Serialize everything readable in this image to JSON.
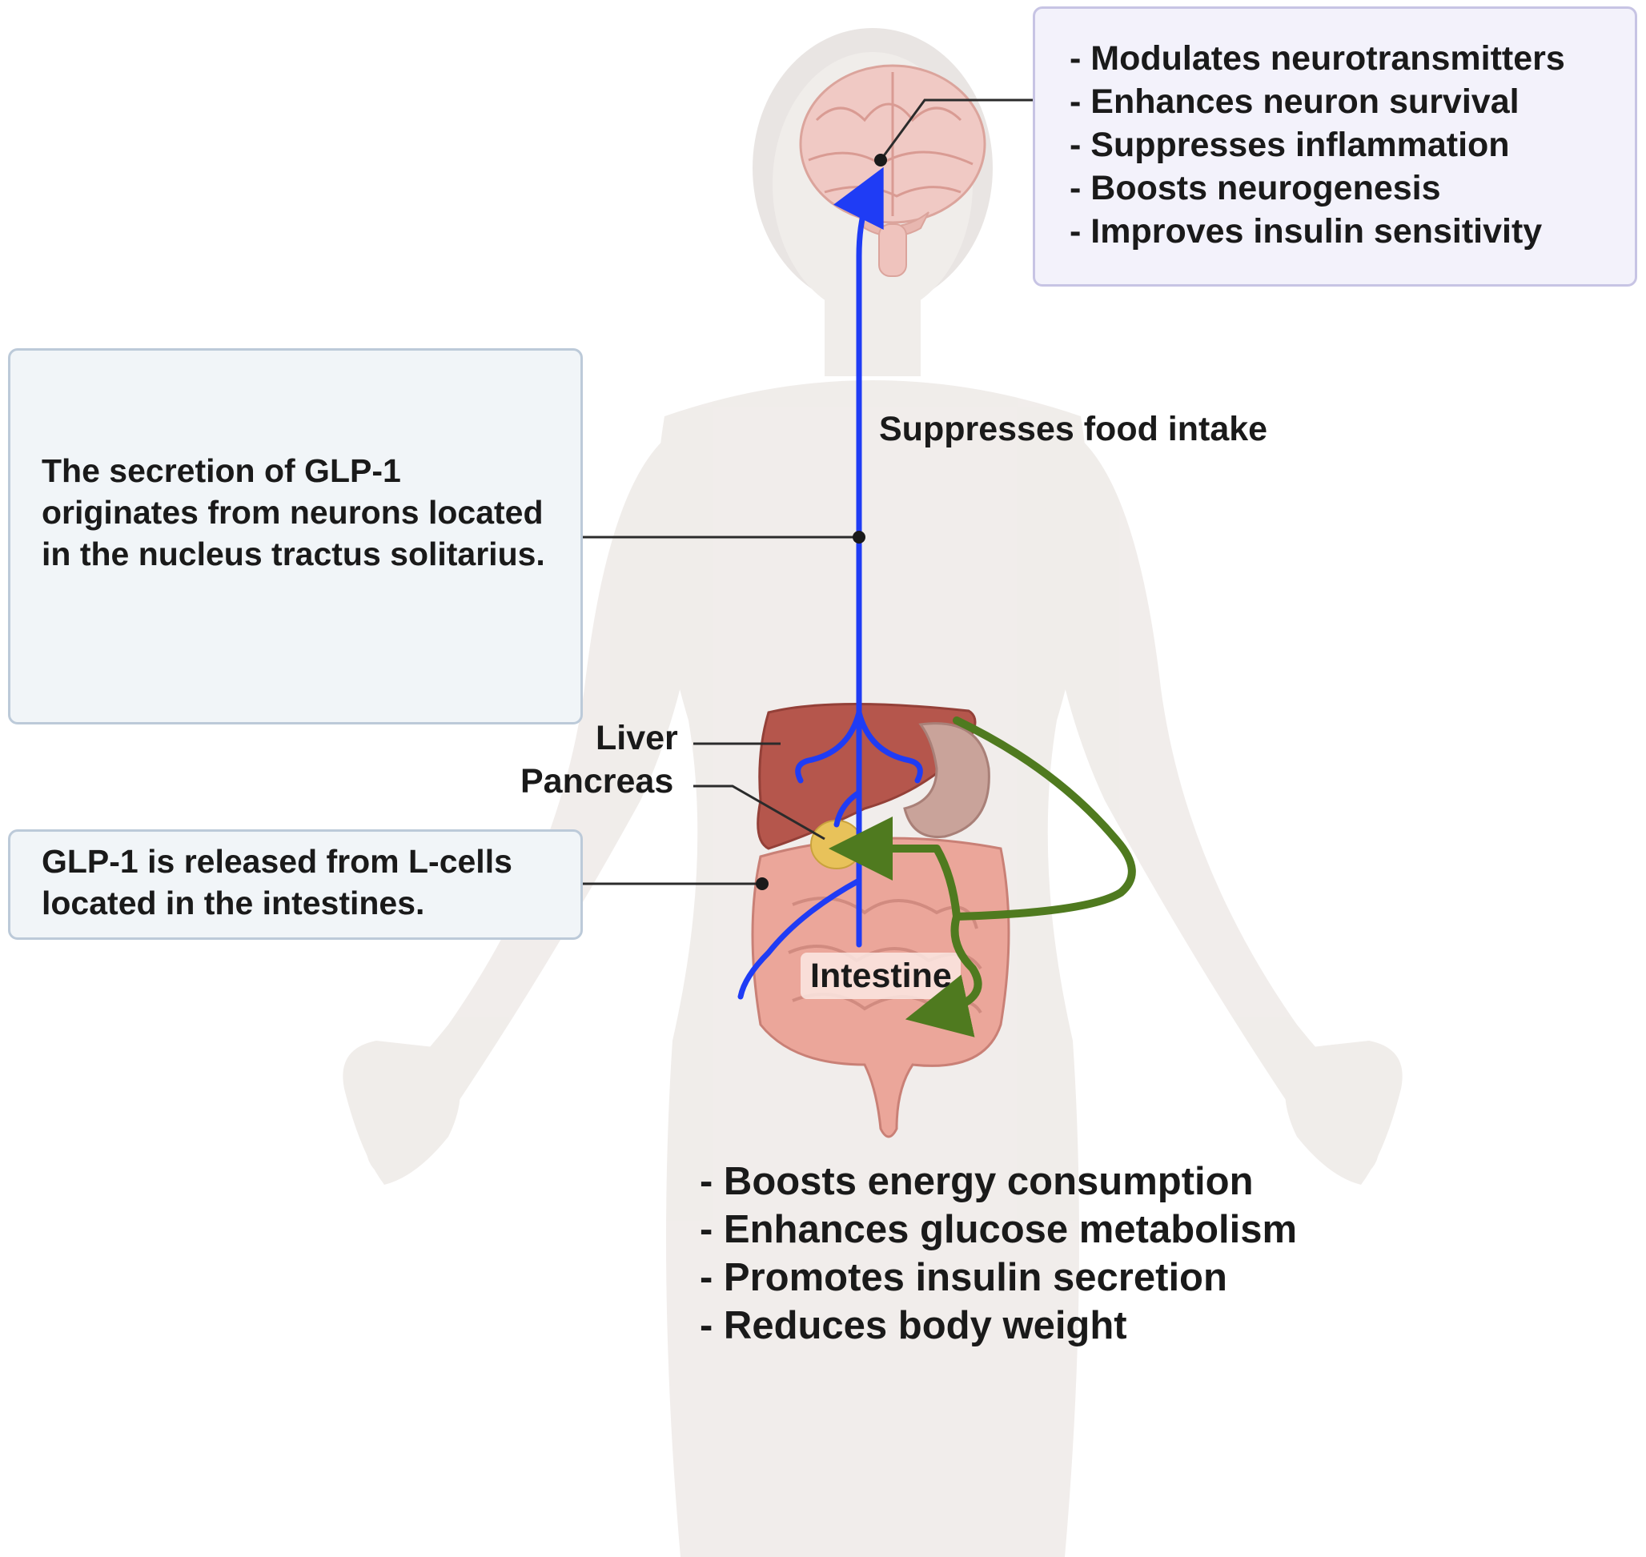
{
  "brain_effects": {
    "items": [
      "- Modulates neurotransmitters",
      "- Enhances neuron survival",
      "- Suppresses inflammation",
      "- Boosts neurogenesis",
      "- Improves insulin sensitivity"
    ]
  },
  "nts_box": {
    "text": "The secretion of GLP-1 originates from neurons located in the nucleus tractus solitarius."
  },
  "lcell_box": {
    "text": "GLP-1 is released from L-cells located in the intestines."
  },
  "labels": {
    "food_intake": "Suppresses food intake",
    "liver": "Liver",
    "pancreas": "Pancreas",
    "intestine": "Intestine"
  },
  "body_effects": {
    "items": [
      "- Boosts energy consumption",
      "- Enhances glucose metabolism",
      "- Promotes insulin secretion",
      "- Reduces body weight"
    ]
  },
  "colors": {
    "silhouette": "#ece7e4",
    "brain": "#f0c9c4",
    "liver": "#b5564c",
    "stomach": "#c9a39a",
    "intestine": "#eba69a",
    "pancreas": "#e8c25a",
    "pathway_blue": "#1f3cf5",
    "pathway_green": "#4f7a1f"
  }
}
